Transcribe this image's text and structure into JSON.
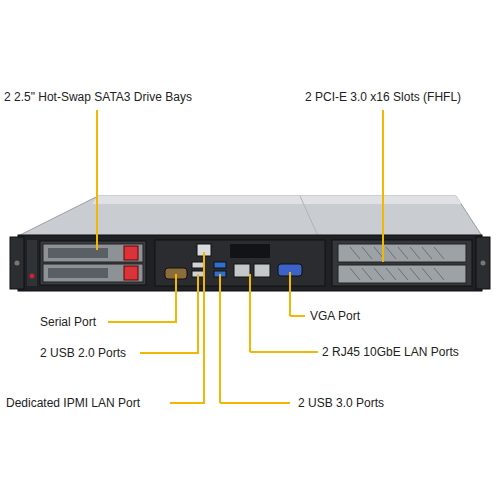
{
  "diagram": {
    "labels": [
      "2 2.5\" Hot-Swap SATA3 Drive Bays",
      "2 PCI-E 3.0 x16 Slots (FHFL)",
      "Serial Port",
      "VGA Port",
      "2 USB 2.0 Ports",
      "2 RJ45 10GbE LAN Ports",
      "Dedicated IPMI LAN Port",
      "2 USB 3.0 Ports"
    ]
  }
}
